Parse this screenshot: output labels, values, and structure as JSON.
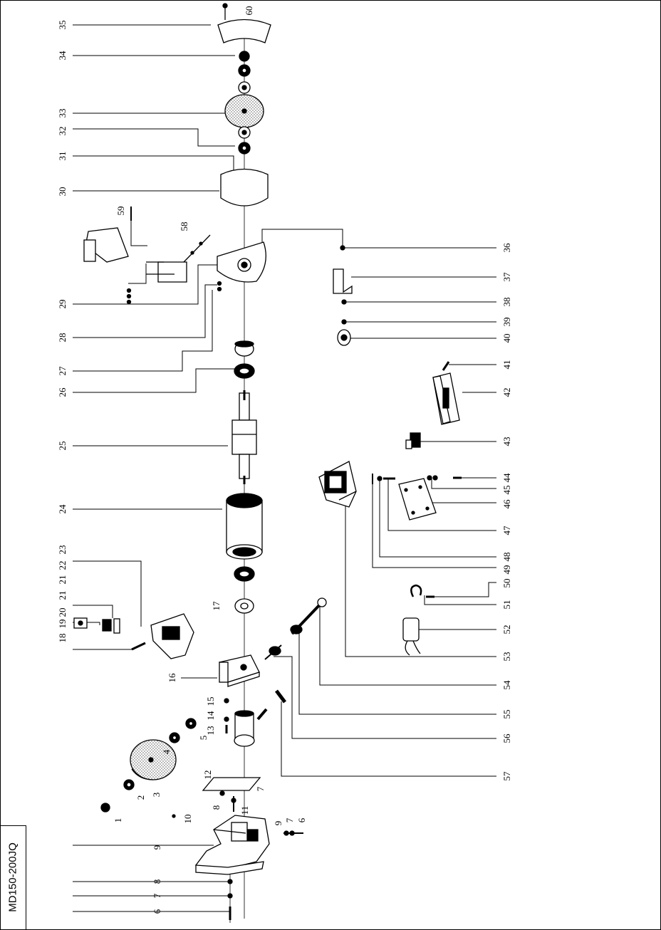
{
  "model": "MD150-200JQ",
  "colors": {
    "ink": "#000000",
    "paper": "#ffffff",
    "stipple": "#bdbdbd"
  },
  "labels": [
    {
      "id": "35",
      "text": "35"
    },
    {
      "id": "60",
      "text": "60"
    },
    {
      "id": "34",
      "text": "34"
    },
    {
      "id": "33",
      "text": "33"
    },
    {
      "id": "32",
      "text": "32"
    },
    {
      "id": "31",
      "text": "31"
    },
    {
      "id": "30",
      "text": "30"
    },
    {
      "id": "59",
      "text": "59"
    },
    {
      "id": "58",
      "text": "58"
    },
    {
      "id": "29",
      "text": "29"
    },
    {
      "id": "28",
      "text": "28"
    },
    {
      "id": "27",
      "text": "27"
    },
    {
      "id": "26",
      "text": "26"
    },
    {
      "id": "25",
      "text": "25"
    },
    {
      "id": "24",
      "text": "24"
    },
    {
      "id": "23",
      "text": "23"
    },
    {
      "id": "22",
      "text": "22"
    },
    {
      "id": "21a",
      "text": "21"
    },
    {
      "id": "21b",
      "text": "21"
    },
    {
      "id": "20",
      "text": "20"
    },
    {
      "id": "19",
      "text": "19"
    },
    {
      "id": "18",
      "text": "18"
    },
    {
      "id": "17",
      "text": "17"
    },
    {
      "id": "16",
      "text": "16"
    },
    {
      "id": "15",
      "text": "15"
    },
    {
      "id": "14",
      "text": "14"
    },
    {
      "id": "13",
      "text": "13"
    },
    {
      "id": "5",
      "text": "5"
    },
    {
      "id": "4",
      "text": "4"
    },
    {
      "id": "3",
      "text": "3"
    },
    {
      "id": "2",
      "text": "2"
    },
    {
      "id": "1",
      "text": "1"
    },
    {
      "id": "12",
      "text": "12"
    },
    {
      "id": "7a",
      "text": "7"
    },
    {
      "id": "8a",
      "text": "8"
    },
    {
      "id": "11",
      "text": "11"
    },
    {
      "id": "10",
      "text": "10"
    },
    {
      "id": "9a",
      "text": "9"
    },
    {
      "id": "9b",
      "text": "9"
    },
    {
      "id": "7b",
      "text": "7"
    },
    {
      "id": "6a",
      "text": "6"
    },
    {
      "id": "8b",
      "text": "8"
    },
    {
      "id": "7c",
      "text": "7"
    },
    {
      "id": "6b",
      "text": "6"
    },
    {
      "id": "36",
      "text": "36"
    },
    {
      "id": "37",
      "text": "37"
    },
    {
      "id": "38",
      "text": "38"
    },
    {
      "id": "39",
      "text": "39"
    },
    {
      "id": "40",
      "text": "40"
    },
    {
      "id": "41",
      "text": "41"
    },
    {
      "id": "42",
      "text": "42"
    },
    {
      "id": "43",
      "text": "43"
    },
    {
      "id": "44",
      "text": "44"
    },
    {
      "id": "45",
      "text": "45"
    },
    {
      "id": "46",
      "text": "46"
    },
    {
      "id": "47",
      "text": "47"
    },
    {
      "id": "48",
      "text": "48"
    },
    {
      "id": "49",
      "text": "49"
    },
    {
      "id": "50",
      "text": "50"
    },
    {
      "id": "51",
      "text": "51"
    },
    {
      "id": "52",
      "text": "52"
    },
    {
      "id": "53",
      "text": "53"
    },
    {
      "id": "54",
      "text": "54"
    },
    {
      "id": "55",
      "text": "55"
    },
    {
      "id": "56",
      "text": "56"
    },
    {
      "id": "57",
      "text": "57"
    }
  ]
}
